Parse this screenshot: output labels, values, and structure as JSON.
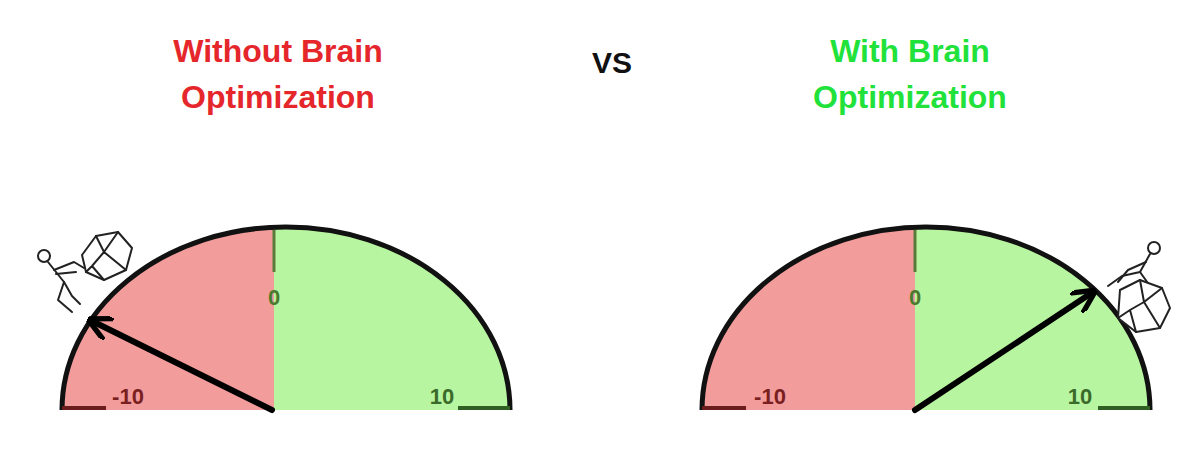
{
  "diagram": {
    "labels": [
      "Without Brain Optimization",
      "VS",
      "With Brain Optimization",
      "0",
      "-10",
      "10",
      "0",
      "-10",
      "10"
    ]
  }
}
